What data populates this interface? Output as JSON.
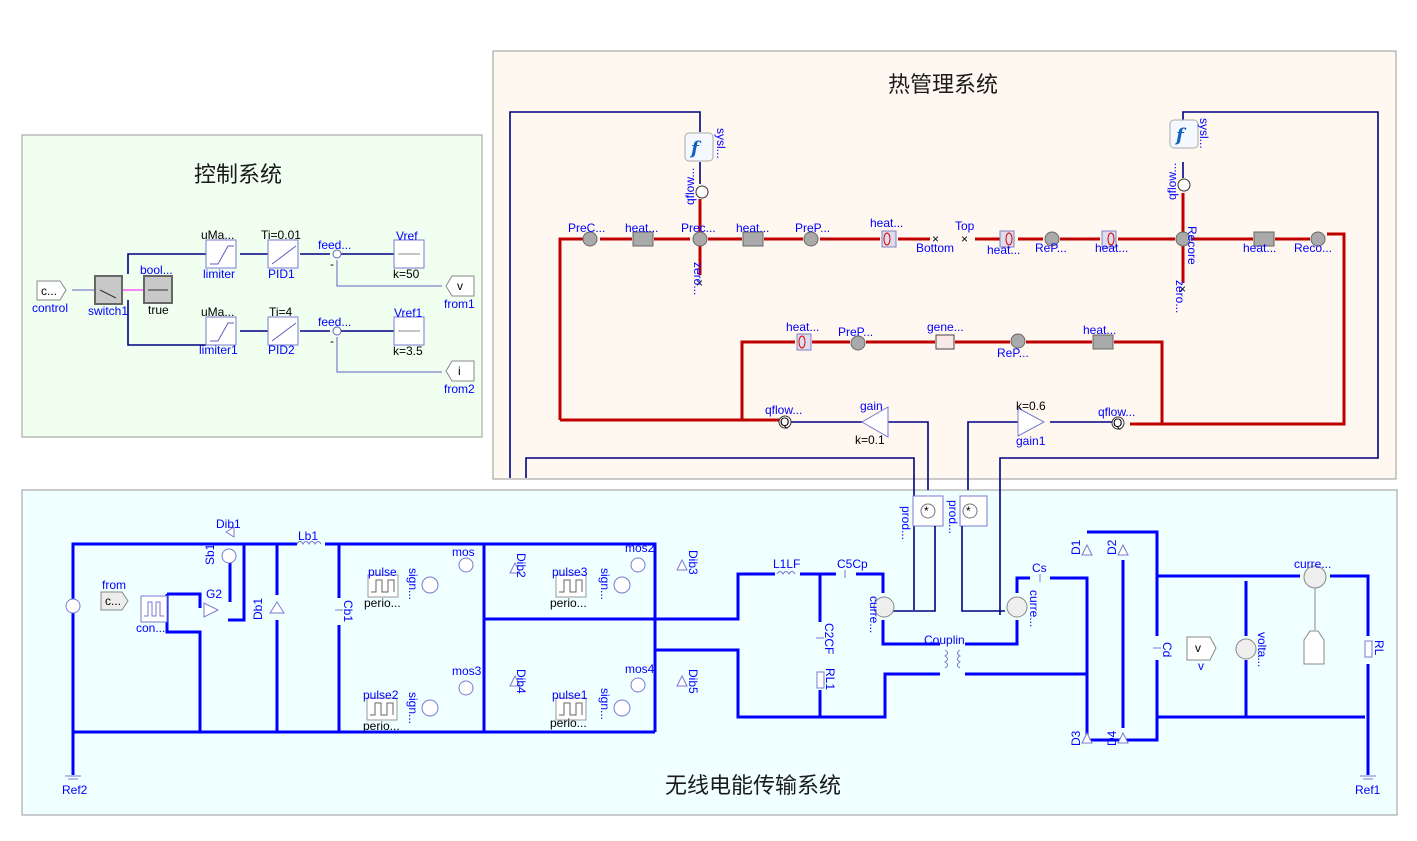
{
  "panels": {
    "control": {
      "title": "控制系统",
      "bg": "#f0fff0"
    },
    "thermal": {
      "title": "热管理系统",
      "bg": "#fff8f0"
    },
    "wireless": {
      "title": "无线电能传输系统",
      "bg": "#f0ffff"
    }
  },
  "colors": {
    "electric": "#0000ff",
    "signal": "#000080",
    "thermal": "#c00000",
    "label": "#0000ff"
  },
  "control": {
    "output": {
      "name": "control",
      "text": "c..."
    },
    "switch": {
      "name": "switch1"
    },
    "bool": {
      "name": "bool...",
      "value": "true"
    },
    "limiter": {
      "name": "limiter",
      "top": "uMa..."
    },
    "limiter1": {
      "name": "limiter1",
      "top": "uMa..."
    },
    "pid1": {
      "name": "PID1",
      "param": "Ti=0.01"
    },
    "pid2": {
      "name": "PID2",
      "param": "Ti=4"
    },
    "feed1": {
      "name": "feed...",
      "minus": "-"
    },
    "feed2": {
      "name": "feed...",
      "minus": "-"
    },
    "vref": {
      "name": "Vref",
      "param": "k=50"
    },
    "vref1": {
      "name": "Vref1",
      "param": "k=3.5"
    },
    "from1": {
      "name": "from1",
      "text": "v"
    },
    "from2": {
      "name": "from2",
      "text": "i"
    }
  },
  "thermal": {
    "sys_left": "sysl...",
    "sys_right": "sysl...",
    "qflow_left": "qflow...",
    "qflow_right": "qflow...",
    "top_row": [
      "PreC...",
      "heat...",
      "Prec...",
      "heat...",
      "PreP...",
      "heat...",
      "Bottom",
      "Top",
      "heat...",
      "ReP...",
      "heat...",
      "Recore",
      "heat...",
      "Reco..."
    ],
    "zero_left": "zero...",
    "zero_right": "zero...",
    "mid_row": [
      "heat...",
      "PreP...",
      "gene...",
      "ReP...",
      "heat..."
    ],
    "qflow_bl": "qflow...",
    "qflow_br": "qflow...",
    "gain": {
      "name": "gain",
      "param": "k=0.1"
    },
    "gain1": {
      "name": "gain1",
      "param": "k=0.6"
    },
    "prod1": "prod...",
    "prod2": "prod..."
  },
  "wireless": {
    "ref2": "Ref2",
    "ref1": "Ref1",
    "from": {
      "name": "from",
      "text": "c..."
    },
    "con": "con...",
    "g2": "G2",
    "sb1": "Sb1",
    "dib1": "Dib1",
    "lb1": "Lb1",
    "db1": "Db1",
    "cb1": "Cb1",
    "pulses": [
      {
        "name": "pulse",
        "period": "perio..."
      },
      {
        "name": "pulse3",
        "period": "perio..."
      },
      {
        "name": "pulse2",
        "period": "perio..."
      },
      {
        "name": "pulse1",
        "period": "perio..."
      }
    ],
    "sign": "sign...",
    "mos": [
      "mos",
      "mos2",
      "mos3",
      "mos4"
    ],
    "dibs": [
      "Dib2",
      "Dib3",
      "Dib4",
      "Dib5"
    ],
    "l1lf": "L1LF",
    "c5cp": "C5Cp",
    "c2cf": "C2CF",
    "rl1": "RL1",
    "curr1": "curre...",
    "curr2": "curre...",
    "curr3": "curre...",
    "coupling": "Couplin...",
    "cs": "Cs",
    "diodes": [
      "D1",
      "D2",
      "D3",
      "D4"
    ],
    "cd": "Cd",
    "vout": {
      "name": "v",
      "text": "v"
    },
    "volt": "volta...",
    "rl": "RL"
  }
}
